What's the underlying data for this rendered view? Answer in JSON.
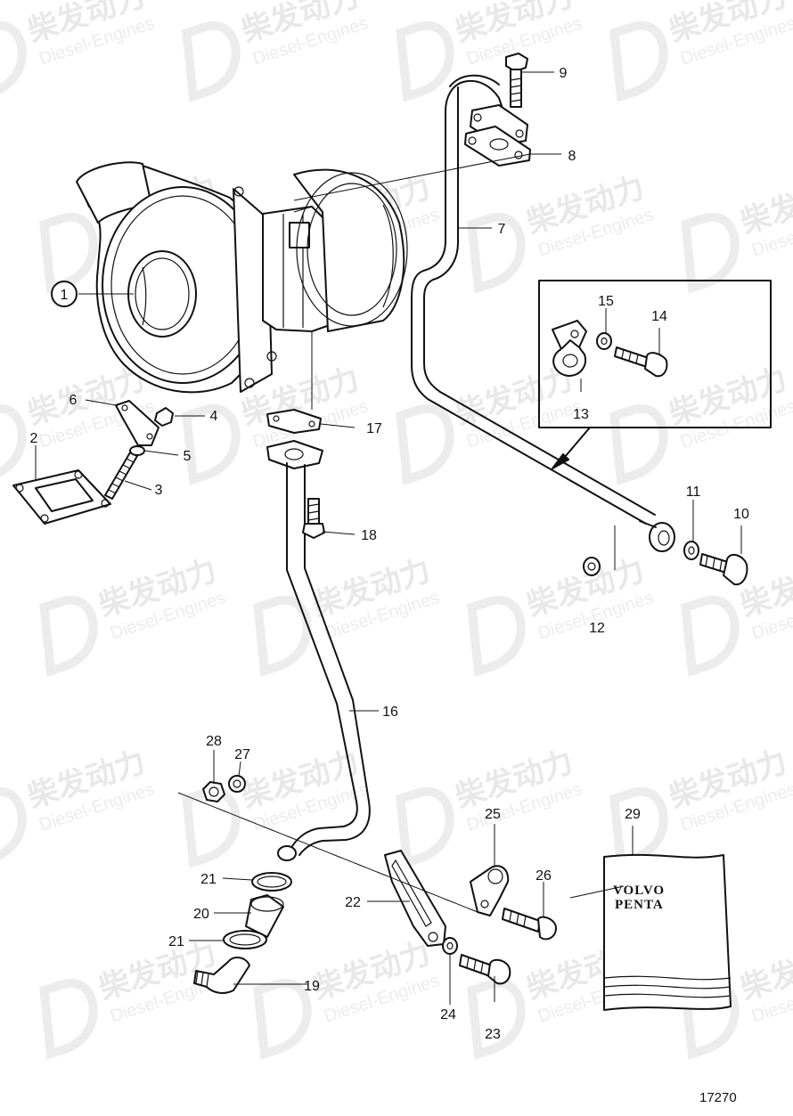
{
  "watermark": {
    "cn": "柴发动力",
    "en": "Diesel-Engines"
  },
  "callouts": [
    {
      "id": "1",
      "label": "1"
    },
    {
      "id": "2",
      "label": "2"
    },
    {
      "id": "3",
      "label": "3"
    },
    {
      "id": "4",
      "label": "4"
    },
    {
      "id": "5",
      "label": "5"
    },
    {
      "id": "6",
      "label": "6"
    },
    {
      "id": "7",
      "label": "7"
    },
    {
      "id": "8",
      "label": "8"
    },
    {
      "id": "9",
      "label": "9"
    },
    {
      "id": "10",
      "label": "10"
    },
    {
      "id": "11",
      "label": "11"
    },
    {
      "id": "12",
      "label": "12"
    },
    {
      "id": "13",
      "label": "13"
    },
    {
      "id": "14",
      "label": "14"
    },
    {
      "id": "15",
      "label": "15"
    },
    {
      "id": "16",
      "label": "16"
    },
    {
      "id": "17",
      "label": "17"
    },
    {
      "id": "18",
      "label": "18"
    },
    {
      "id": "19",
      "label": "19"
    },
    {
      "id": "20",
      "label": "20"
    },
    {
      "id": "21a",
      "label": "21"
    },
    {
      "id": "21b",
      "label": "21"
    },
    {
      "id": "22",
      "label": "22"
    },
    {
      "id": "23",
      "label": "23"
    },
    {
      "id": "24",
      "label": "24"
    },
    {
      "id": "25",
      "label": "25"
    },
    {
      "id": "26",
      "label": "26"
    },
    {
      "id": "27",
      "label": "27"
    },
    {
      "id": "28",
      "label": "28"
    },
    {
      "id": "29",
      "label": "29"
    }
  ],
  "kit": {
    "brand_line1": "VOLVO",
    "brand_line2": "PENTA"
  },
  "drawing_number": "17270"
}
